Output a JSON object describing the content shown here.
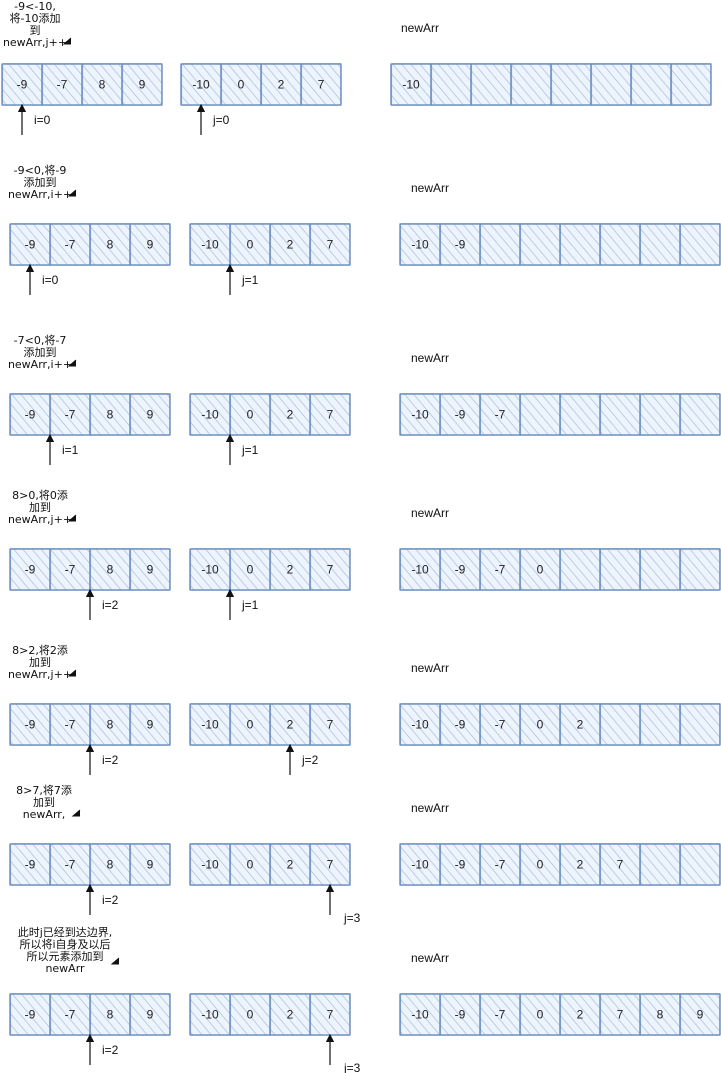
{
  "colors": {
    "cell_fill": "#dae8fc",
    "cell_stroke": "#6c8ebf",
    "hatch": "#b9cdea",
    "text": "#222222"
  },
  "array_title": "newArr",
  "steps": [
    {
      "note": [
        "-9<-10,",
        "将-10添加",
        "到",
        "newArr,j++"
      ],
      "left": [
        "-9",
        "-7",
        "8",
        "9"
      ],
      "right": [
        "-10",
        "0",
        "2",
        "7"
      ],
      "result": [
        "-10",
        "",
        "",
        "",
        "",
        "",
        "",
        ""
      ],
      "i_label": "i=0",
      "i_index": 0,
      "j_label": "j=0",
      "j_index": 0
    },
    {
      "note": [
        "-9<0,将-9",
        "添加到",
        "newArr,i++"
      ],
      "left": [
        "-9",
        "-7",
        "8",
        "9"
      ],
      "right": [
        "-10",
        "0",
        "2",
        "7"
      ],
      "result": [
        "-10",
        "-9",
        "",
        "",
        "",
        "",
        "",
        ""
      ],
      "i_label": "i=0",
      "i_index": 0,
      "j_label": "j=1",
      "j_index": 1
    },
    {
      "note": [
        "-7<0,将-7",
        "添加到",
        "newArr,i++"
      ],
      "left": [
        "-9",
        "-7",
        "8",
        "9"
      ],
      "right": [
        "-10",
        "0",
        "2",
        "7"
      ],
      "result": [
        "-10",
        "-9",
        "-7",
        "",
        "",
        "",
        "",
        ""
      ],
      "i_label": "i=1",
      "i_index": 1,
      "j_label": "j=1",
      "j_index": 1
    },
    {
      "note": [
        "8>0,将0添",
        "加到",
        "newArr,j++"
      ],
      "left": [
        "-9",
        "-7",
        "8",
        "9"
      ],
      "right": [
        "-10",
        "0",
        "2",
        "7"
      ],
      "result": [
        "-10",
        "-9",
        "-7",
        "0",
        "",
        "",
        "",
        ""
      ],
      "i_label": "i=2",
      "i_index": 2,
      "j_label": "j=1",
      "j_index": 1
    },
    {
      "note": [
        "8>2,将2添",
        "加到",
        "newArr,j++"
      ],
      "left": [
        "-9",
        "-7",
        "8",
        "9"
      ],
      "right": [
        "-10",
        "0",
        "2",
        "7"
      ],
      "result": [
        "-10",
        "-9",
        "-7",
        "0",
        "2",
        "",
        "",
        ""
      ],
      "i_label": "i=2",
      "i_index": 2,
      "j_label": "j=2",
      "j_index": 2
    },
    {
      "note": [
        "8>7,将7添",
        "加到",
        "newArr,"
      ],
      "left": [
        "-9",
        "-7",
        "8",
        "9"
      ],
      "right": [
        "-10",
        "0",
        "2",
        "7"
      ],
      "result": [
        "-10",
        "-9",
        "-7",
        "0",
        "2",
        "7",
        "",
        ""
      ],
      "i_label": "i=2",
      "i_index": 2,
      "j_label": "j=3",
      "j_index": 3
    },
    {
      "note": [
        "此时j已经到达边界,",
        "所以将i自身及以后",
        "所以元素添加到",
        "newArr"
      ],
      "left": [
        "-9",
        "-7",
        "8",
        "9"
      ],
      "right": [
        "-10",
        "0",
        "2",
        "7"
      ],
      "result": [
        "-10",
        "-9",
        "-7",
        "0",
        "2",
        "7",
        "8",
        "9"
      ],
      "i_label": "i=2",
      "i_index": 2,
      "j_label": "j=3",
      "j_index": 3
    }
  ]
}
